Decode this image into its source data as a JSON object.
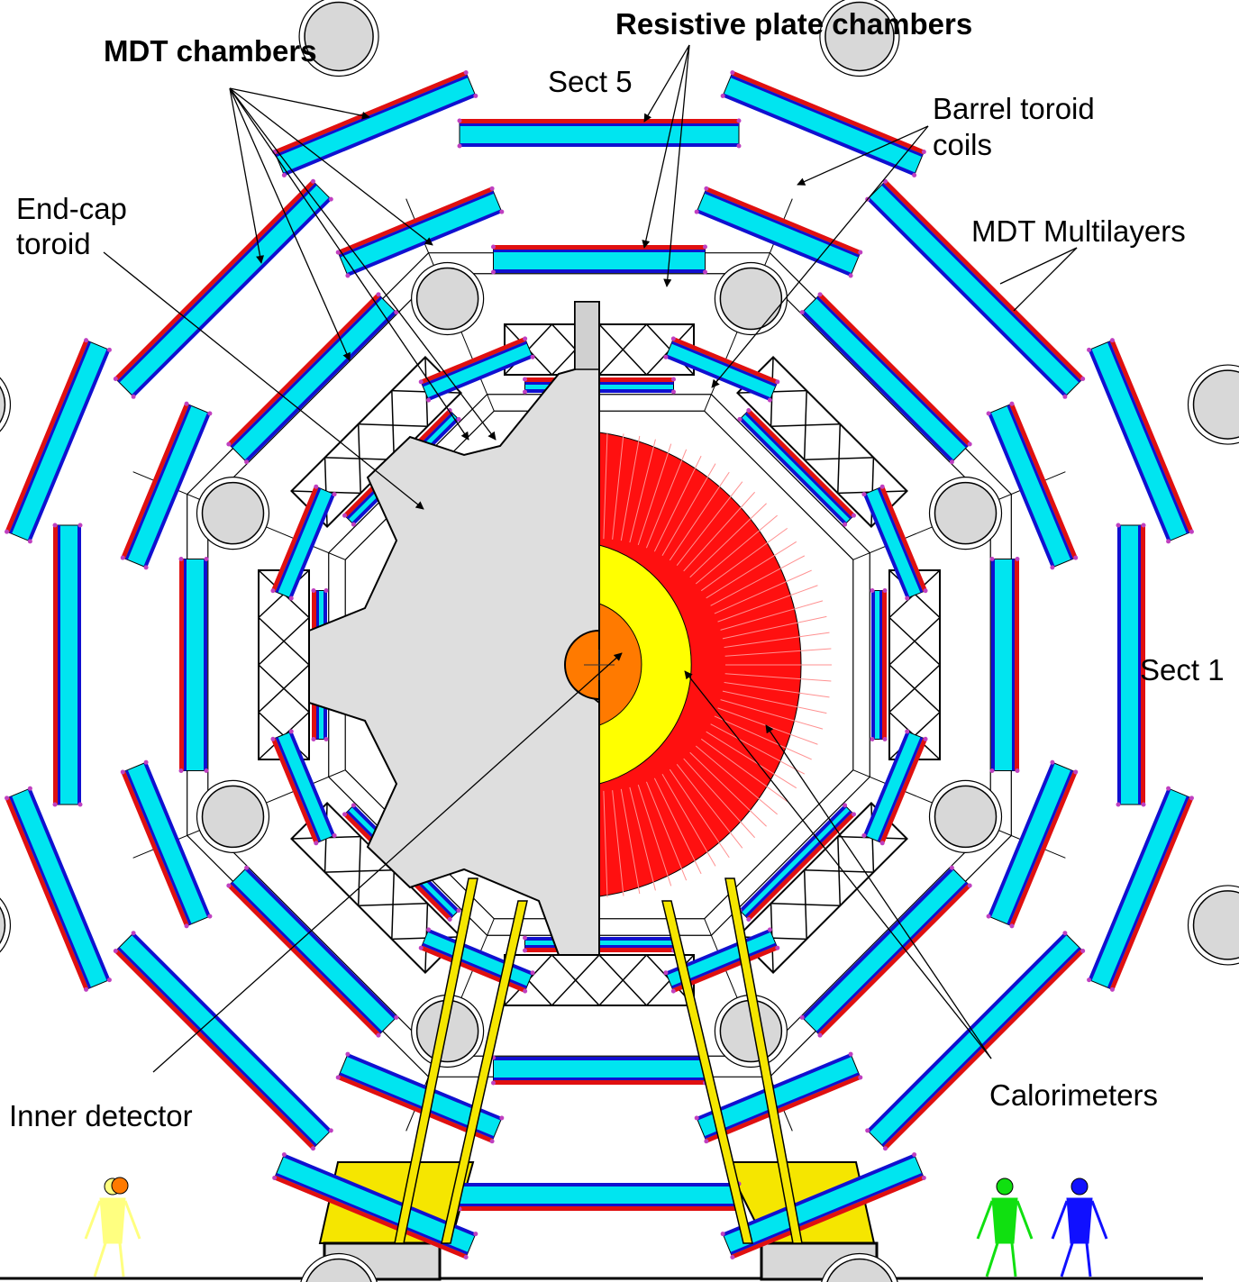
{
  "labels": {
    "mdt_chambers": "MDT chambers",
    "rpc": "Resistive plate chambers",
    "sect5": "Sect 5",
    "barrel_toroid_1": "Barrel toroid",
    "barrel_toroid_2": "coils",
    "endcap_1": "End-cap",
    "endcap_2": "toroid",
    "mdt_multilayers": "MDT Multilayers",
    "sect1": "Sect 1",
    "inner_detector": "Inner detector",
    "calorimeters": "Calorimeters"
  },
  "colors": {
    "chamber_fill": "#00e5f0",
    "rpc": "#e01010",
    "mdt_edge": "#1010d0",
    "coil": "#d8d8d8",
    "endcap": "#dedede",
    "calo_outer": "#ff1010",
    "calo_mid": "#ffff00",
    "inner_det": "#ff7a00",
    "support": "#f5e600",
    "person_yellow": "#ffff80",
    "person_green": "#10e010",
    "person_blue": "#1010ff",
    "person_orange": "#ff7a00"
  }
}
